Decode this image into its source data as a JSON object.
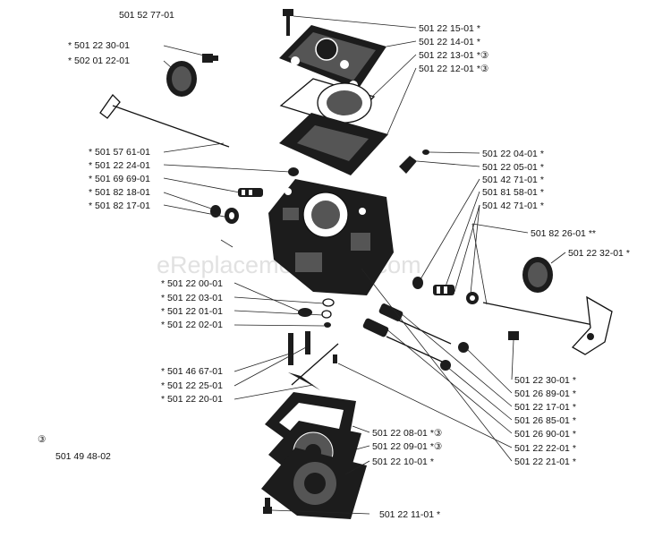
{
  "assembly_number": "501 52 77-01",
  "note_number": "501 49 48-02",
  "note_symbol": "circled-3",
  "watermark": "eReplacementParts.com",
  "part_labels": [
    {
      "number": "501 22 30-01",
      "mark": "*",
      "side": "left"
    },
    {
      "number": "502 01 22-01",
      "mark": "*",
      "side": "left"
    },
    {
      "number": "501 57 61-01",
      "mark": "*",
      "side": "left"
    },
    {
      "number": "501 22 24-01",
      "mark": "*",
      "side": "left"
    },
    {
      "number": "501 69 69-01",
      "mark": "*",
      "side": "left"
    },
    {
      "number": "501 82 18-01",
      "mark": "*",
      "side": "left"
    },
    {
      "number": "501 82 17-01",
      "mark": "*",
      "side": "left"
    },
    {
      "number": "501 22 00-01",
      "mark": "*",
      "side": "left"
    },
    {
      "number": "501 22 03-01",
      "mark": "*",
      "side": "left"
    },
    {
      "number": "501 22 01-01",
      "mark": "*",
      "side": "left"
    },
    {
      "number": "501 22 02-01",
      "mark": "*",
      "side": "left"
    },
    {
      "number": "501 46 67-01",
      "mark": "*",
      "side": "left"
    },
    {
      "number": "501 22 25-01",
      "mark": "*",
      "side": "left"
    },
    {
      "number": "501 22 20-01",
      "mark": "*",
      "side": "left"
    },
    {
      "number": "501 22 15-01",
      "mark": "*",
      "side": "right"
    },
    {
      "number": "501 22 14-01",
      "mark": "*",
      "side": "right"
    },
    {
      "number": "501 22 13-01",
      "mark": "*③",
      "side": "right"
    },
    {
      "number": "501 22 12-01",
      "mark": "*③",
      "side": "right"
    },
    {
      "number": "501 22 04-01",
      "mark": "*",
      "side": "right"
    },
    {
      "number": "501 22 05-01",
      "mark": "*",
      "side": "right"
    },
    {
      "number": "501 42 71-01",
      "mark": "*",
      "side": "right"
    },
    {
      "number": "501 81 58-01",
      "mark": "*",
      "side": "right"
    },
    {
      "number": "501 42 71-01",
      "mark": "*",
      "side": "right"
    },
    {
      "number": "501 82 26-01",
      "mark": "**",
      "side": "right"
    },
    {
      "number": "501 22 32-01",
      "mark": "*",
      "side": "right"
    },
    {
      "number": "501 22 30-01",
      "mark": "*",
      "side": "right"
    },
    {
      "number": "501 26 89-01",
      "mark": "*",
      "side": "right"
    },
    {
      "number": "501 22 17-01",
      "mark": "*",
      "side": "right"
    },
    {
      "number": "501 26 85-01",
      "mark": "*",
      "side": "right"
    },
    {
      "number": "501 26 90-01",
      "mark": "*",
      "side": "right"
    },
    {
      "number": "501 22 22-01",
      "mark": "*",
      "side": "right"
    },
    {
      "number": "501 22 21-01",
      "mark": "*",
      "side": "right"
    },
    {
      "number": "501 22 08-01",
      "mark": "*③",
      "side": "bottom"
    },
    {
      "number": "501 22 09-01",
      "mark": "*③",
      "side": "bottom"
    },
    {
      "number": "501 22 10-01",
      "mark": "*",
      "side": "bottom"
    },
    {
      "number": "501 22 11-01",
      "mark": "*",
      "side": "bottom"
    }
  ],
  "parts": [
    "cover-screw",
    "pump-cover",
    "pump-diaphragm",
    "pump-gasket",
    "carburetor-body",
    "throttle-shaft",
    "throttle-plate",
    "choke-shaft",
    "choke-plate",
    "needle-valve",
    "inlet-lever",
    "metering-diaphragm",
    "metering-cover",
    "cover-screw-bottom",
    "gasket-bottom"
  ]
}
